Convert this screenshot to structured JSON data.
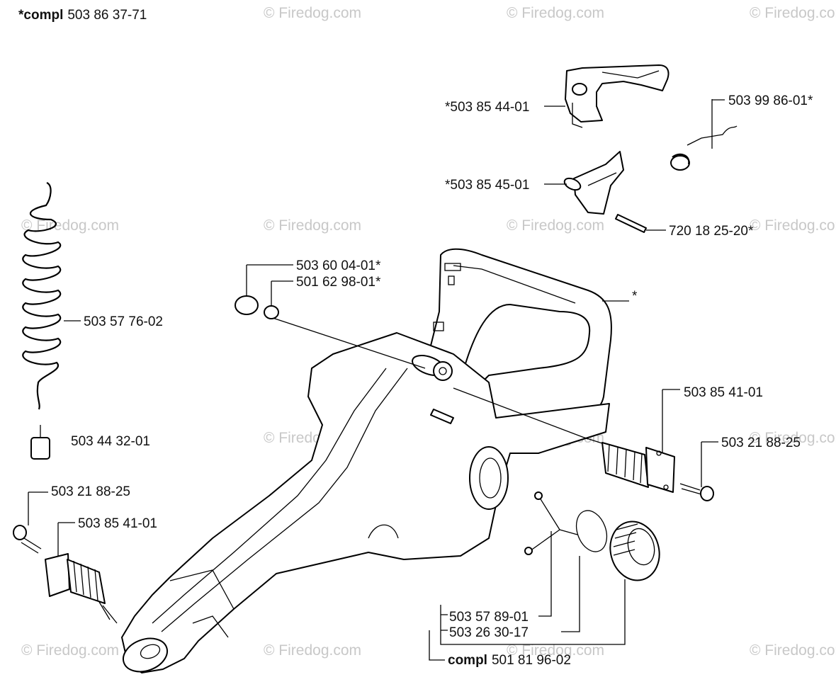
{
  "header": {
    "compl_prefix": "*compl",
    "compl_number": "503 86 37-71"
  },
  "watermark": "© Firedog.com",
  "labels": {
    "p_503_85_44_01": "*503 85 44-01",
    "p_503_99_86_01": "503 99 86-01*",
    "p_503_85_45_01": "*503 85 45-01",
    "p_720_18_25_20": "720 18 25-20*",
    "p_503_60_04_01": "503 60 04-01*",
    "p_501_62_98_01": "501 62 98-01*",
    "p_503_57_76_02": "503 57 76-02",
    "p_star": "*",
    "p_503_85_41_01_right": "503 85 41-01",
    "p_503_21_88_25_right": "503 21 88-25",
    "p_503_44_32_01": "503 44 32-01",
    "p_503_21_88_25_left": "503 21 88-25",
    "p_503_85_41_01_left": "503 85 41-01",
    "p_503_57_89_01": "503 57 89-01",
    "p_503_26_30_17": "503 26 30-17",
    "p_compl_prefix": "compl",
    "p_501_81_96_02": "501 81 96-02"
  },
  "colors": {
    "line": "#000000",
    "text": "#111111",
    "watermark": "#c8c8c8",
    "background": "#ffffff"
  }
}
